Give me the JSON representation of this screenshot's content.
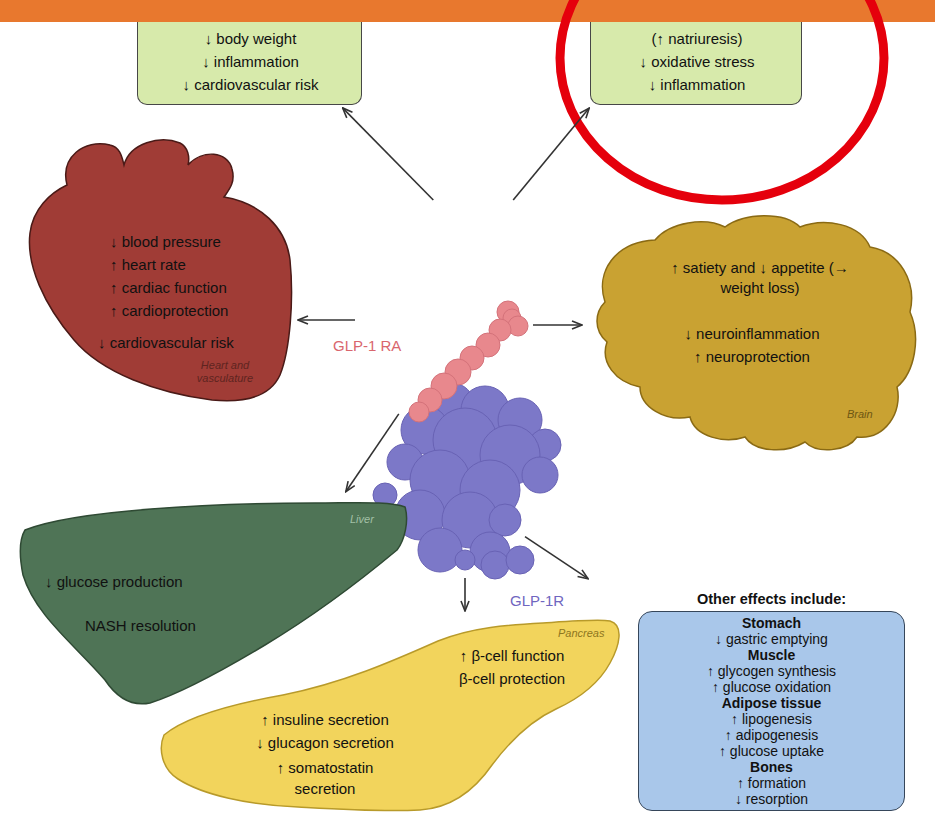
{
  "diagram": {
    "nodes": [
      {
        "text": [
          "↓ body weight",
          "↓ inflammation",
          "↓ cardiovascular risk"
        ]
      },
      {
        "text": [
          "(↑ natriuresis)",
          "↓ oxidative stress",
          "↓ inflammation"
        ]
      },
      {
        "text": [
          "↓ blood pressure",
          "↑ heart rate",
          "↑ cardiac function",
          "↑ cardioprotection",
          "↓ cardiovascular risk",
          "Heart and vasculature"
        ]
      },
      {
        "text": [
          "↑ satiety and ↓ appetite (→ weight loss)",
          "↓ neuroinflammation",
          "↑ neuroprotection",
          "Brain"
        ]
      },
      {
        "text": [
          "GLP-1 RA",
          "GLP-1R"
        ]
      },
      {
        "text": [
          "↓ glucose production",
          "NASH resolution",
          "Liver"
        ]
      },
      {
        "text": [
          "↑ β-cell function",
          "β-cell protection",
          "↑ insuline secretion",
          "↓ glucagon secretion",
          "↑ somatostatin secretion",
          "Pancreas"
        ]
      },
      {
        "text": [
          "Other effects include:",
          "Stomach",
          "↓ gastric emptying",
          "Muscle",
          "↑ glycogen synthesis",
          "↑ glucose oxidation",
          "Adipose tissue",
          "↑ lipogenesis",
          "↑ adipogenesis",
          "↑ glucose uptake",
          "Bones",
          "↑ formation",
          "↓ resorption"
        ]
      }
    ],
    "edges": [
      {
        "from": 4,
        "to": 0,
        "arrow": "to"
      },
      {
        "from": 4,
        "to": 1,
        "arrow": "to"
      },
      {
        "from": 4,
        "to": 2,
        "arrow": "to"
      },
      {
        "from": 4,
        "to": 3,
        "arrow": "to"
      },
      {
        "from": 4,
        "to": 5,
        "arrow": "to"
      },
      {
        "from": 4,
        "to": 6,
        "arrow": "to"
      },
      {
        "from": 4,
        "to": 7,
        "arrow": "to"
      }
    ]
  }
}
